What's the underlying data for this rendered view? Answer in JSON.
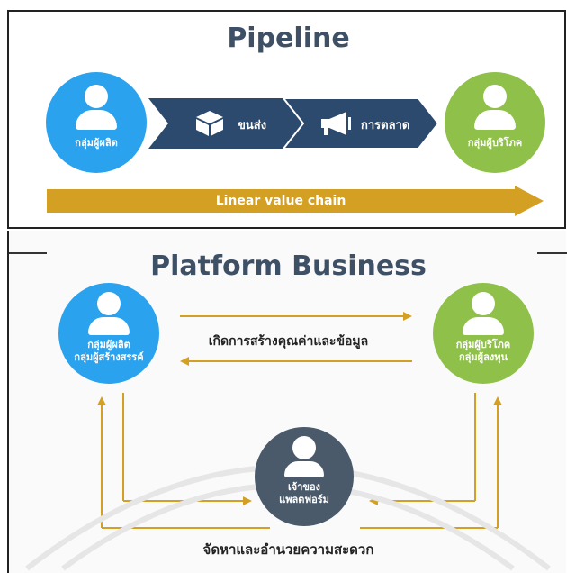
{
  "pipeline": {
    "title": "Pipeline",
    "producer_label": "กลุ่มผู้ผลิต",
    "consumer_label": "กลุ่มผู้บริโภค",
    "step1_label": "ขนส่ง",
    "step2_label": "การตลาด",
    "chain_label": "Linear value chain",
    "icons": [
      "box-icon",
      "megaphone-icon",
      "person-icon"
    ]
  },
  "platform": {
    "title": "Platform Business",
    "producer_line1": "กลุ่มผู้ผลิต",
    "producer_line2": "กลุ่มผู้สร้างสรรค์",
    "consumer_line1": "กลุ่มผู้บริโภค",
    "consumer_line2": "กลุ่มผู้ลงทุน",
    "center_text": "เกิดการสร้างคุณค่าและข้อมูล",
    "owner_line1": "เจ้าของ",
    "owner_line2": "แพลตฟอร์ม",
    "bottom_text": "จัดหาและอำนวยความสะดวก"
  },
  "colors": {
    "producer_blue": "#2aa2ee",
    "consumer_green": "#8fc04a",
    "chevron_navy": "#2c4a6e",
    "chain_gold": "#d4a023",
    "owner_slate": "#4a5a6b",
    "title_slate": "#3e5066"
  }
}
